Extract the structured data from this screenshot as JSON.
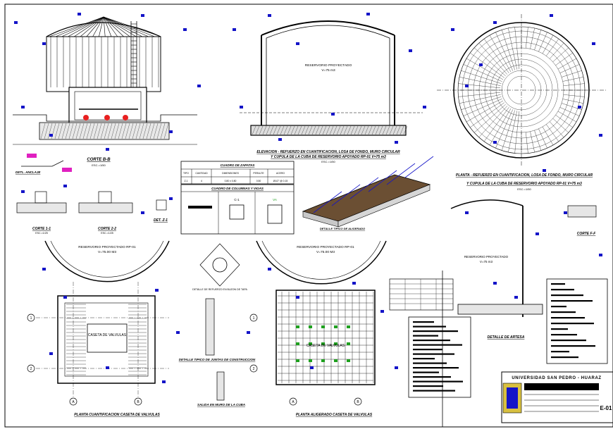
{
  "labels": {
    "corte_b_b": "CORTE B-B",
    "corte_b_b_scale": "ESC.=1/50",
    "det_anclaje": "DETL. ANCLAJE",
    "elevacion_title_1": "ELEVACION - REFUERZO EN CUANTIFICACION, LOSA DE FONDO, MURO CIRCULAR",
    "elevacion_title_2": "Y CUPULA DE LA CUBA DE RESERVORIO APOYADO RP-01 V=75 m3",
    "elevacion_scale": "ESC.=1/50",
    "reservorio_proy": "RESERVORIO PROYECTADO",
    "volumen_75": "V=75 m3",
    "planta_refuerzo_title_1": "PLANTA - REFUERZO EN CUANTIFICACION, LOSA DE FONDO, MURO CIRCULAR",
    "planta_refuerzo_title_2": "Y CUPULA DE LA CUBA DE RESERVORIO APOYADO RP-01 V=75 m3",
    "planta_refuerzo_scale": "ESC.=1/50",
    "cuadro_zapatas": "CUADRO DE ZAPATAS",
    "cuadro_columnas": "CUADRO DE COLUMNAS Y VIGAS",
    "col_c1": "C-1",
    "col_va": "VA",
    "corte_1_1": "CORTE 1-1",
    "corte_2_2": "CORTE 2-2",
    "det_z1": "DET. Z-1",
    "scale_25": "ESC.=1/25",
    "detalle_tipico_losa": "DETALLE TIPICO DE ALIGERADO",
    "corte_f_f": "CORTE F-F",
    "reservorio_rp01": "RESERVORIO PROYECTADO RP-01",
    "volumen_75_0": "V=75.00 M3",
    "caseta_valvulas": "CASETA DE VALVULAS",
    "detalle_junta": "DETALLE TIPICO DE JUNTAS DE CONSTRUCCION",
    "detalle_refuerzo": "DETALLE DE REFUERZO EN BUZON DE TAPA",
    "salida_muro": "SALIDA EN MURO DE LA CUBA",
    "planta_cuant_caseta": "PLANTA CUANTIFICACION CASETA DE VALVULAS",
    "planta_aligerado_caseta": "PLANTA ALIGERADO CASETA DE VALVULAS",
    "detalle_artesa": "DETALLE DE ARTESA",
    "universidad": "UNIVERSIDAD SAN PEDRO - HUARAZ",
    "axis_a": "A",
    "axis_b": "B",
    "axis_1": "1",
    "axis_2": "2",
    "sheet_code": "E-01"
  },
  "table_zapatas": {
    "headers": [
      "TIPO",
      "CANTIDAD",
      "DIMENSIONES",
      "PERALTE",
      "ACERO"
    ],
    "row": [
      "Z-1",
      "4",
      "0.80 x 0.80",
      "0.50",
      "Ø1/2\" @ 0.15"
    ]
  },
  "colors": {
    "line": "#000000",
    "accent_blue": "#1414c8",
    "accent_green": "#1fa01f",
    "accent_magenta": "#e020c0"
  }
}
